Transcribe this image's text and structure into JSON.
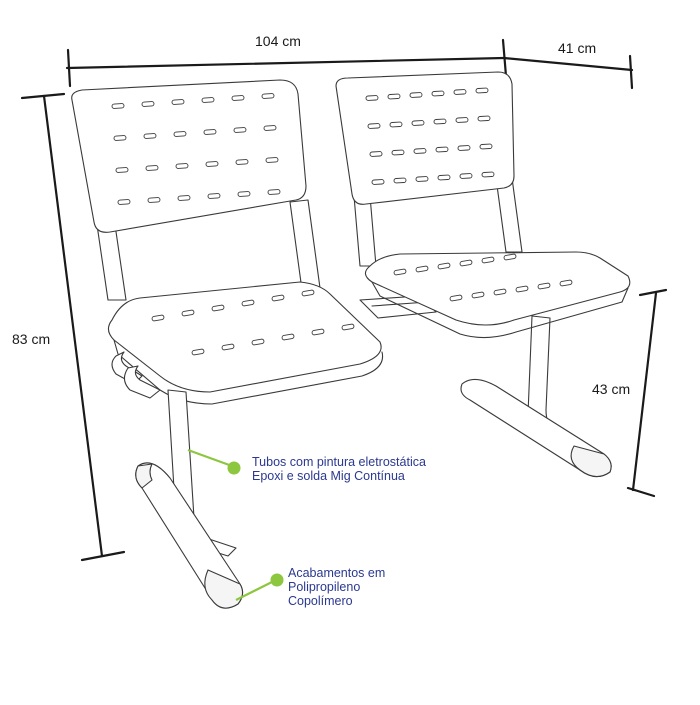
{
  "dimensions": {
    "width": "104 cm",
    "depth": "41 cm",
    "height": "83 cm",
    "seat_height": "43 cm"
  },
  "annotations": [
    {
      "lines": [
        "Tubos com pintura eletrostática",
        "Epoxi e solda Mig Contínua"
      ]
    },
    {
      "lines": [
        "Acabamentos em",
        "Polipropileno",
        "Copolímero"
      ]
    }
  ],
  "colors": {
    "line": "#1a1a1a",
    "outline": "#3a3a3a",
    "accent": "#8dc63f",
    "note_text": "#2b3990"
  }
}
